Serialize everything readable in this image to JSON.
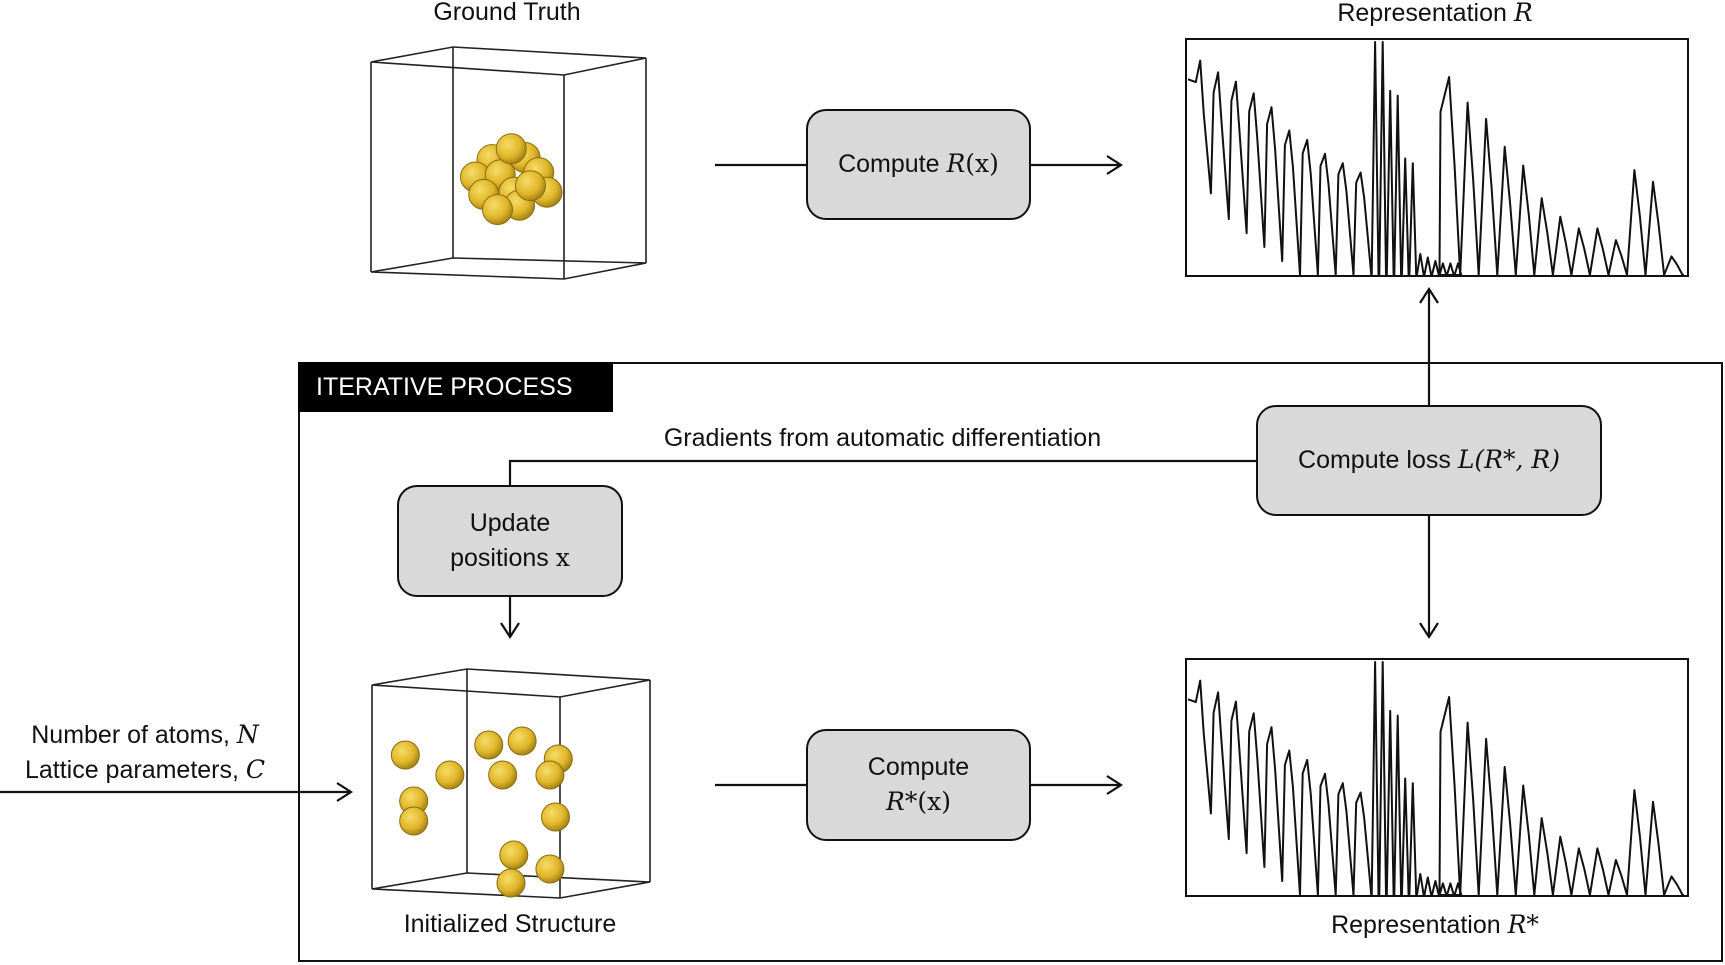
{
  "title_ground_truth": "Ground Truth",
  "title_representation_r": {
    "prefix": "Representation ",
    "symbol": "R"
  },
  "title_representation_rstar": {
    "prefix": "Representation ",
    "symbol": "R*"
  },
  "iterative_process_label": "ITERATIVE PROCESS",
  "gradients_label": "Gradients from automatic differentiation",
  "compute_r": {
    "prefix": "Compute ",
    "symbol": "R",
    "arg": "(x)"
  },
  "compute_rstar": {
    "line1": "Compute",
    "symbol": "R*",
    "arg": "(x)"
  },
  "compute_loss": {
    "prefix": "Compute loss ",
    "symbol": "L(R*, R)"
  },
  "update_positions": {
    "line1": "Update",
    "line2": "positions ",
    "var": "x"
  },
  "initialized_structure": "Initialized Structure",
  "inputs": {
    "line1_prefix": "Number of atoms, ",
    "line1_symbol": "N",
    "line2_prefix": "Lattice parameters, ",
    "line2_symbol": "C"
  },
  "colors": {
    "atom": "#e0b62a",
    "box_fill": "#d9d9d9",
    "stroke": "#111111",
    "tag_bg": "#000000"
  },
  "chart_data": [
    {
      "type": "line",
      "title": "Representation R",
      "xlabel": "",
      "ylabel": "",
      "grid": false,
      "description": "Spectrum-like curve: decaying oscillations on left, dense sharp peaks in center, second set of decaying oscillations on right with small peaks near end",
      "ylim": [
        0,
        1
      ],
      "peaks_left": [
        0.92,
        0.87,
        0.83,
        0.78,
        0.72,
        0.62,
        0.58,
        0.52,
        0.48,
        0.44
      ],
      "peaks_center": [
        1.0,
        1.0,
        0.79,
        0.77,
        0.5,
        0.48
      ],
      "peaks_right": [
        0.85,
        0.74,
        0.67,
        0.55,
        0.47,
        0.33,
        0.25,
        0.2,
        0.2,
        0.15,
        0.45,
        0.4,
        0.08
      ]
    },
    {
      "type": "line",
      "title": "Representation R*",
      "xlabel": "",
      "ylabel": "",
      "grid": false,
      "description": "Nearly identical to R",
      "ylim": [
        0,
        1
      ],
      "peaks_left": [
        0.92,
        0.87,
        0.83,
        0.78,
        0.72,
        0.62,
        0.58,
        0.52,
        0.48,
        0.44
      ],
      "peaks_center": [
        1.0,
        1.0,
        0.79,
        0.77,
        0.5,
        0.48
      ],
      "peaks_right": [
        0.85,
        0.74,
        0.67,
        0.55,
        0.47,
        0.33,
        0.25,
        0.2,
        0.2,
        0.15,
        0.45,
        0.4,
        0.08
      ]
    }
  ],
  "atoms_ground_truth": [
    [
      0.44,
      0.45
    ],
    [
      0.56,
      0.44
    ],
    [
      0.38,
      0.53
    ],
    [
      0.47,
      0.52
    ],
    [
      0.61,
      0.51
    ],
    [
      0.41,
      0.61
    ],
    [
      0.52,
      0.6
    ],
    [
      0.64,
      0.6
    ],
    [
      0.54,
      0.66
    ],
    [
      0.46,
      0.68
    ],
    [
      0.51,
      0.4
    ],
    [
      0.58,
      0.57
    ]
  ],
  "atoms_initialized": [
    [
      0.12,
      0.35
    ],
    [
      0.28,
      0.45
    ],
    [
      0.42,
      0.3
    ],
    [
      0.54,
      0.28
    ],
    [
      0.47,
      0.45
    ],
    [
      0.67,
      0.37
    ],
    [
      0.64,
      0.45
    ],
    [
      0.15,
      0.58
    ],
    [
      0.15,
      0.68
    ],
    [
      0.66,
      0.66
    ],
    [
      0.51,
      0.85
    ],
    [
      0.64,
      0.92
    ],
    [
      0.5,
      0.99
    ]
  ]
}
